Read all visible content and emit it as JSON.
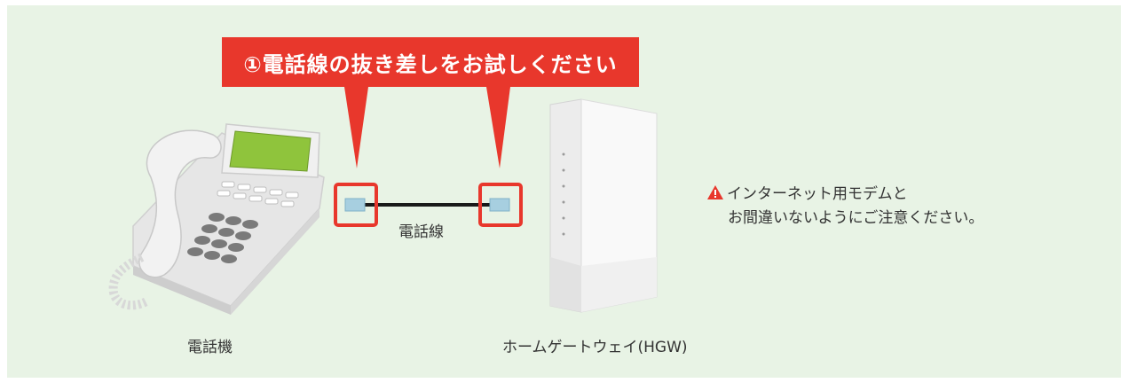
{
  "callout": {
    "text": "①電話線の抜き差しをお試しください"
  },
  "labels": {
    "phone": "電話機",
    "cable": "電話線",
    "hgw": "ホームゲートウェイ(HGW)"
  },
  "warning": {
    "line1": "インターネット用モデムと",
    "line2": "お間違いないようにご注意ください。",
    "icon": "warning-triangle-icon"
  },
  "colors": {
    "background": "#e8f3e5",
    "callout": "#e8372c",
    "highlight_box": "#e8372c",
    "cable": "#1a1a1a",
    "connector": "#a7cfe0"
  }
}
